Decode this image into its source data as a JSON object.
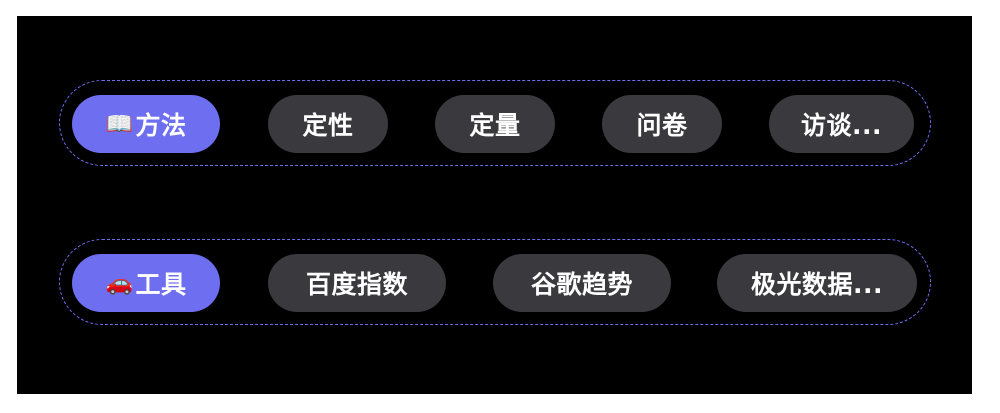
{
  "colors": {
    "accent": "#6e6ef0",
    "chip_bg": "#3a3a3e",
    "canvas_bg": "#000000"
  },
  "methods": {
    "icon": "open-book-icon",
    "icon_glyph": "📖",
    "items": [
      {
        "label": "方法"
      },
      {
        "label": "定性"
      },
      {
        "label": "定量"
      },
      {
        "label": "问卷"
      },
      {
        "label": "访谈..."
      }
    ]
  },
  "tools": {
    "icon": "car-icon",
    "icon_glyph": "🚗",
    "items": [
      {
        "label": "工具"
      },
      {
        "label": "百度指数"
      },
      {
        "label": "谷歌趋势"
      },
      {
        "label": "极光数据..."
      }
    ]
  }
}
